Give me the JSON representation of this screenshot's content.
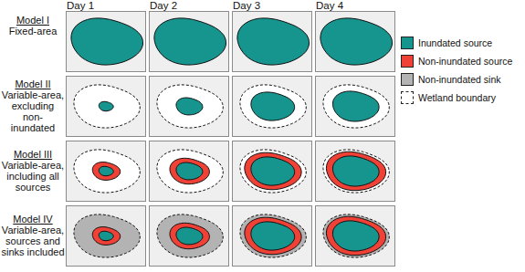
{
  "diagram": {
    "labels": [
      "Day 1",
      "Day 2",
      "Day 3",
      "Day 4",
      "Model I",
      "Fixed-area",
      "Model II",
      "Variable-area, excluding non-inundated",
      "Model III",
      "Variable-area, including all sources",
      "Model IV",
      "Variable-area, sources and sinks included"
    ],
    "legend": [
      {
        "text": "Inundated source",
        "color": "#16958f"
      },
      {
        "text": "Non-inundated source",
        "color": "#ef4136"
      },
      {
        "text": "Non-inundated sink",
        "color": "#b3b3b3"
      },
      {
        "text": "Wetland boundary"
      }
    ]
  }
}
